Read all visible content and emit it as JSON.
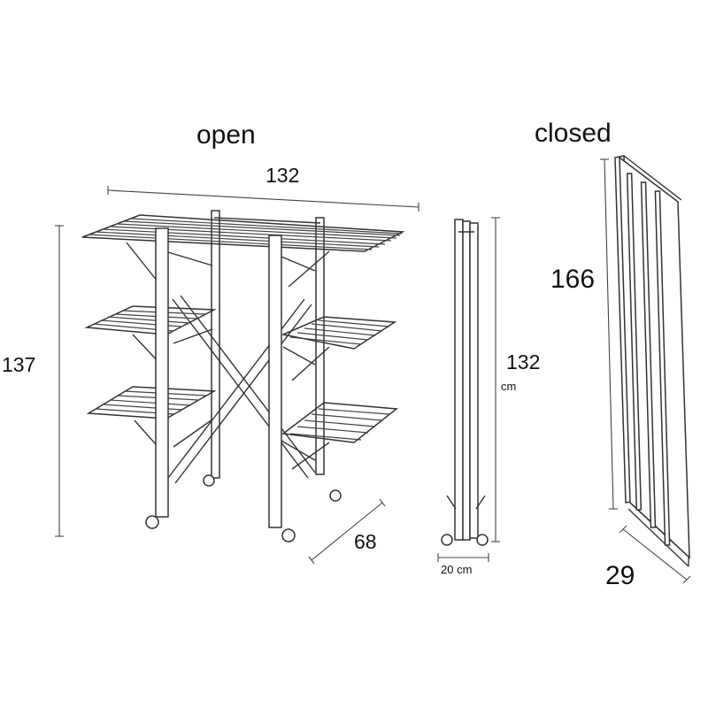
{
  "labels": {
    "open": "open",
    "closed": "closed"
  },
  "dimensions": {
    "open_width": "132",
    "open_height": "137",
    "open_depth": "68",
    "folded_height": "132",
    "folded_unit": "cm",
    "folded_thickness": "20 cm",
    "closed_height": "166",
    "closed_width": "29"
  }
}
